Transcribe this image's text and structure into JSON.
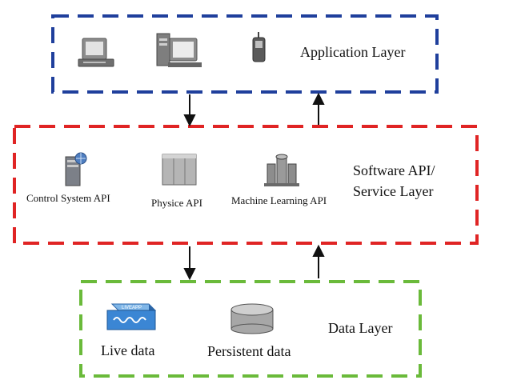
{
  "layers": {
    "application": {
      "title": "Application Layer",
      "border_color": "#1f3f9c"
    },
    "service": {
      "title_line1": "Software API/",
      "title_line2": "Service Layer",
      "border_color": "#e02424"
    },
    "data": {
      "title": "Data Layer",
      "border_color": "#6aba3a"
    }
  },
  "apis": [
    {
      "label": "Control System API",
      "icon": "server-globe-icon"
    },
    {
      "label": "Physice API",
      "icon": "server-rack-icon"
    },
    {
      "label": "Machine Learning API",
      "icon": "cluster-icon"
    }
  ],
  "app_devices": [
    {
      "icon": "desktop-computer-icon"
    },
    {
      "icon": "workstation-computer-icon"
    },
    {
      "icon": "mobile-phone-icon"
    }
  ],
  "data_sources": [
    {
      "label": "Live data",
      "icon": "liveapp-appliance-icon",
      "badge_text": "LIVEAPP"
    },
    {
      "label": "Persistent data",
      "icon": "database-icon"
    }
  ]
}
